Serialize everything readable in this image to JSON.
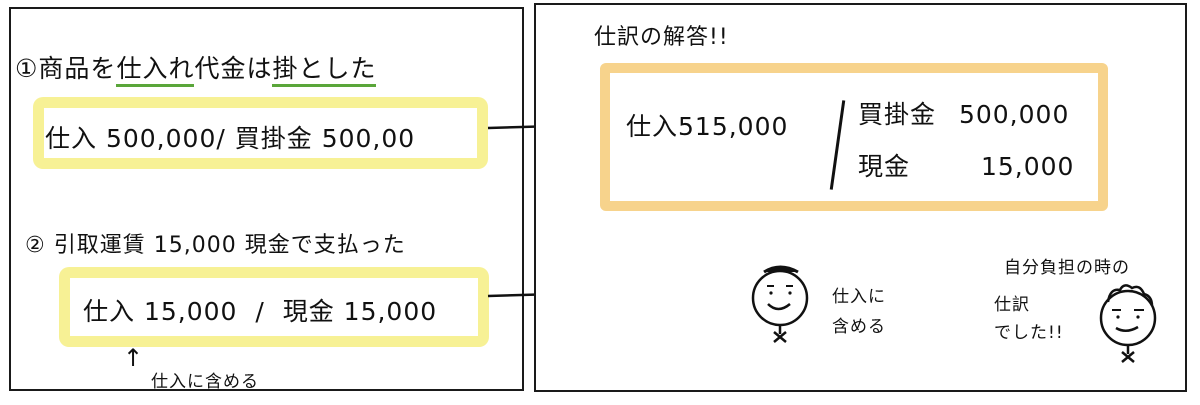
{
  "left_panel": {
    "q1": {
      "number": "①",
      "text_before": "商品を",
      "underlined_1": "仕入れ",
      "text_middle": "代金は",
      "underlined_2": "掛とした"
    },
    "entry1": {
      "debit_account": "仕入",
      "debit_amount": "500,000",
      "separator": "/",
      "credit_account": "買掛金",
      "credit_amount": "500,00"
    },
    "q2": {
      "number": "②",
      "text": "引取運賃 15,000 現金で支払った"
    },
    "entry2": {
      "debit_account": "仕入",
      "debit_amount": "15,000",
      "separator": "/",
      "credit_account": "現金",
      "credit_amount": "15,000"
    },
    "note": {
      "arrow": "↑",
      "text": "仕入に含める"
    }
  },
  "right_panel": {
    "title": "仕訳の解答!!",
    "answer": {
      "debit_account": "仕入",
      "debit_amount": "515,000",
      "separator": "/",
      "credits": [
        {
          "account": "買掛金",
          "amount": "500,000"
        },
        {
          "account": "現金",
          "amount": "15,000"
        }
      ]
    },
    "character1": {
      "speech": "仕入に\n含める"
    },
    "character2": {
      "speech_top": "自分負担の時の",
      "speech_bottom": "仕訳\nでした!!"
    }
  },
  "colors": {
    "highlight_yellow": "#f6ef8a",
    "highlight_orange": "#f7d38c",
    "underline_green": "#5aa63a",
    "ink": "#111111"
  }
}
